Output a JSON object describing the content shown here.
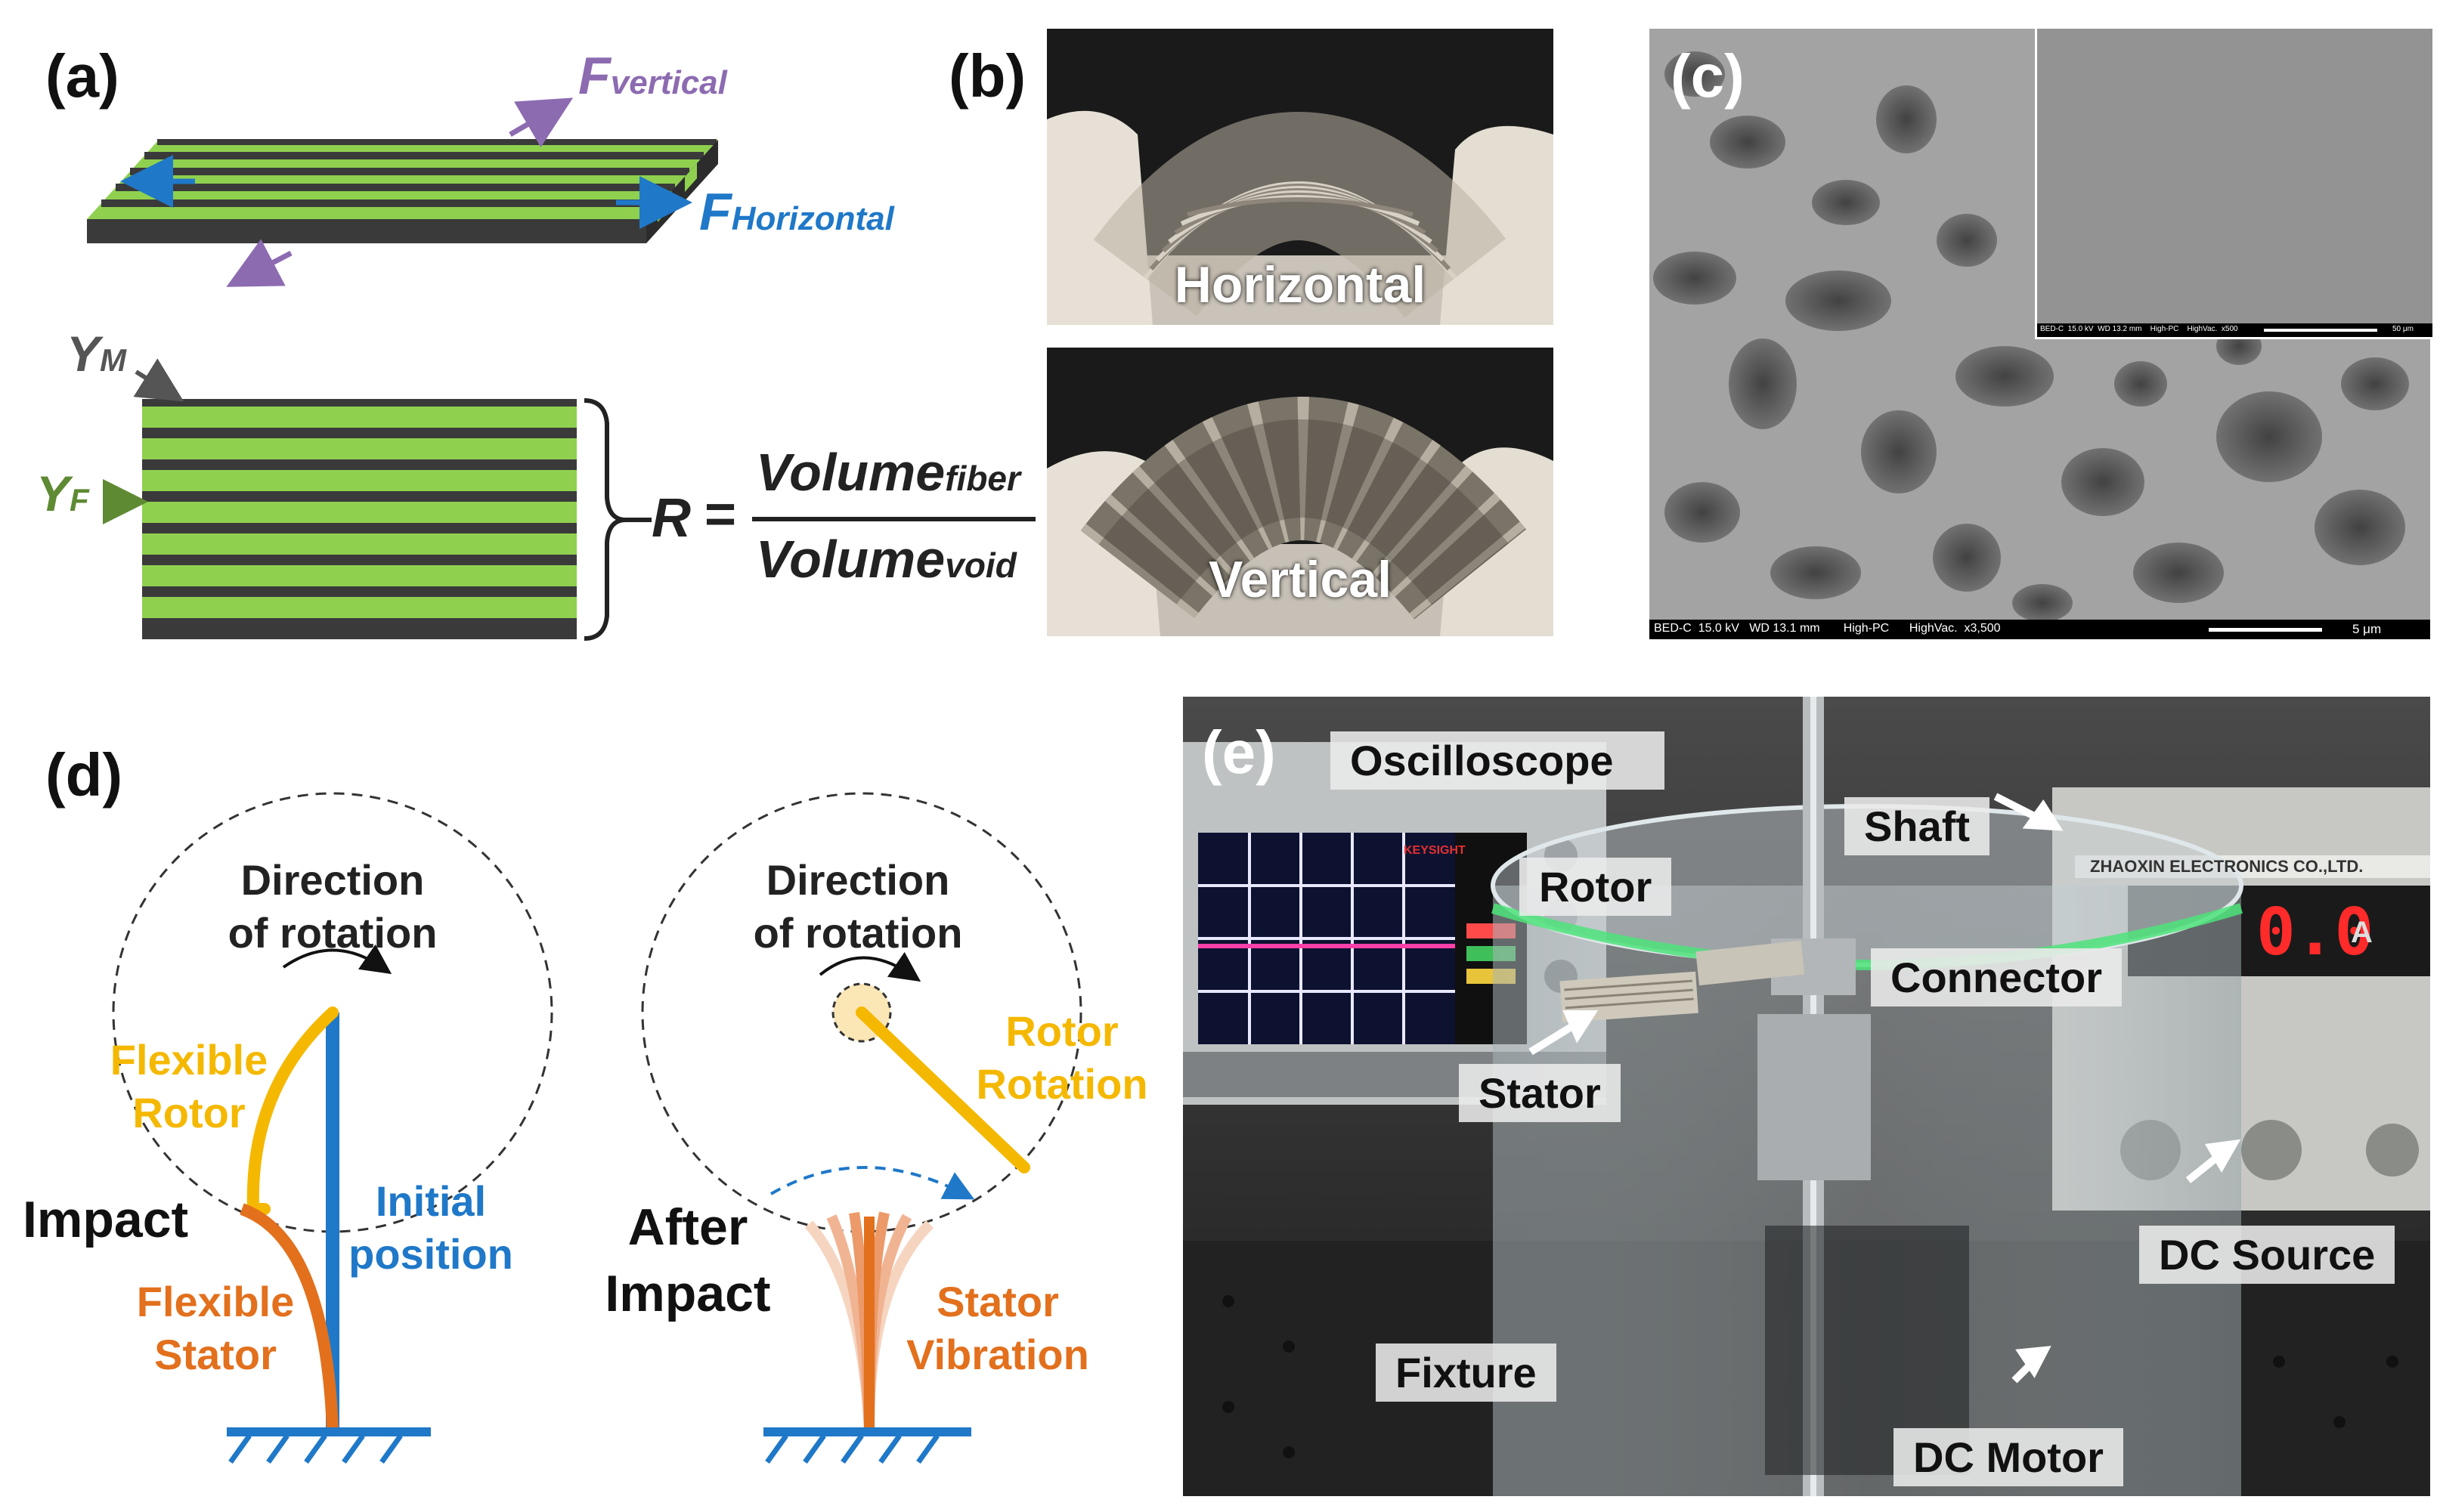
{
  "panels": {
    "a": {
      "label": "(a)"
    },
    "b": {
      "label": "(b)"
    },
    "c": {
      "label": "(c)"
    },
    "d": {
      "label": "(d)"
    },
    "e": {
      "label": "(e)"
    }
  },
  "panel_a": {
    "f_vertical_main": "F",
    "f_vertical_sub": "vertical",
    "f_horizontal_main": "F",
    "f_horizontal_sub": "Horizontal",
    "ym_main": "Y",
    "ym_sub": "M",
    "yf_main": "Y",
    "yf_sub": "F",
    "r_symbol": "R",
    "equals": "=",
    "numerator_main": "Volume",
    "numerator_sub": "fiber",
    "denominator_main": "Volume",
    "denominator_sub": "void",
    "colors": {
      "fiber": "#8fd14f",
      "matrix": "#3a3a3a",
      "vertical_arrow": "#8c6bb1",
      "horizontal_arrow": "#1f78c8",
      "yf_color": "#5e8a33",
      "ym_color": "#555555"
    }
  },
  "panel_b": {
    "top_caption": "Horizontal",
    "bottom_caption": "Vertical"
  },
  "panel_c": {
    "bar_main_left": "BED-C  15.0 kV   WD 13.1 mm       High-PC      HighVac.  x3,500",
    "bar_main_scale": "5 μm",
    "bar_inset_left": "BED-C  15.0 kV  WD 13.2 mm    High-PC    HighVac.  x500",
    "bar_inset_scale": "50 μm"
  },
  "panel_d": {
    "left": {
      "direction_line1": "Direction",
      "direction_line2": "of rotation",
      "rotor_line1": "Flexible",
      "rotor_line2": "Rotor",
      "impact": "Impact",
      "initial_line1": "Initial",
      "initial_line2": "position",
      "stator_line1": "Flexible",
      "stator_line2": "Stator"
    },
    "right": {
      "direction_line1": "Direction",
      "direction_line2": "of rotation",
      "rotation_line1": "Rotor",
      "rotation_line2": "Rotation",
      "after_line1": "After",
      "after_line2": "Impact",
      "vibration_line1": "Stator",
      "vibration_line2": "Vibration"
    },
    "colors": {
      "rotor": "#f5b800",
      "stator": "#e2701d",
      "initial": "#1f78c8",
      "ground": "#1f78c8"
    }
  },
  "panel_e": {
    "oscilloscope": "Oscilloscope",
    "shaft": "Shaft",
    "rotor": "Rotor",
    "connector": "Connector",
    "stator": "Stator",
    "dc_source": "DC Source",
    "fixture": "Fixture",
    "dc_motor": "DC Motor",
    "scope_brand": "KEYSIGHT",
    "psu_brand": "ZHAOXIN ELECTRONICS CO.,LTD.",
    "psu_readout": "0.0",
    "psu_unit": "A"
  }
}
